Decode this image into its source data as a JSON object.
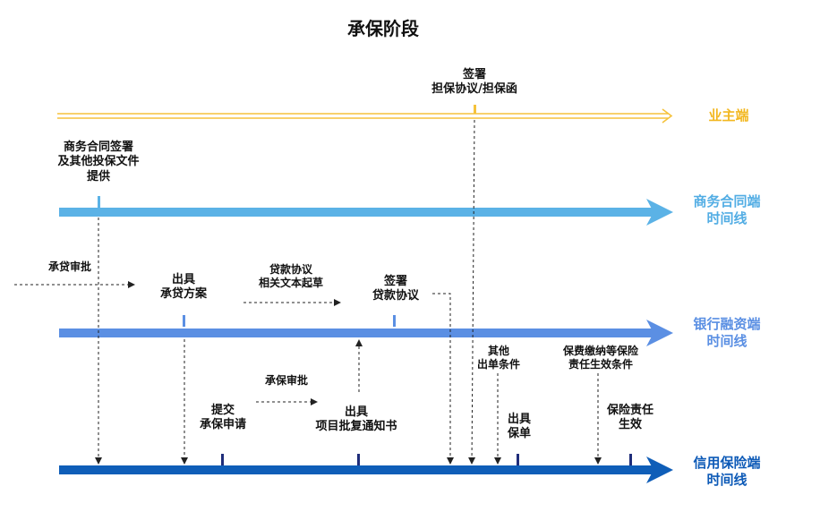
{
  "title": "承保阶段",
  "colors": {
    "owner_line": "#F5C23B",
    "owner_text": "#F2B720",
    "contract_line": "#5BB2E6",
    "contract_text": "#52ADE4",
    "bank_line": "#5B8FE3",
    "bank_text": "#5A8FE3",
    "insurance_line": "#0F5EB8",
    "insurance_text": "#0D5AB7",
    "tick": "#1F2D7A",
    "dash": "#222222"
  },
  "lanes": {
    "owner": "业主端",
    "contract": "商务合同端\n时间线",
    "bank": "银行融资端\n时间线",
    "insurance": "信用保险端\n时间线"
  },
  "events": {
    "sign_guarantee": "签署\n担保协议/担保函",
    "business_contract": "商务合同签署\n及其他投保文件\n提供",
    "loan_review": "承贷审批",
    "issue_loan_plan": "出具\n承贷方案",
    "loan_agreement_draft": "贷款协议\n相关文本起草",
    "sign_loan_agreement": "签署\n贷款协议",
    "other_issuance_conditions": "其他\n出单条件",
    "premium_conditions": "保费缴纳等保险\n责任生效条件",
    "underwriting_review": "承保审批",
    "submit_application": "提交\n承保申请",
    "issue_approval_notice": "出具\n项目批复通知书",
    "issue_policy": "出具\n保单",
    "insurance_effective": "保险责任\n生效"
  }
}
